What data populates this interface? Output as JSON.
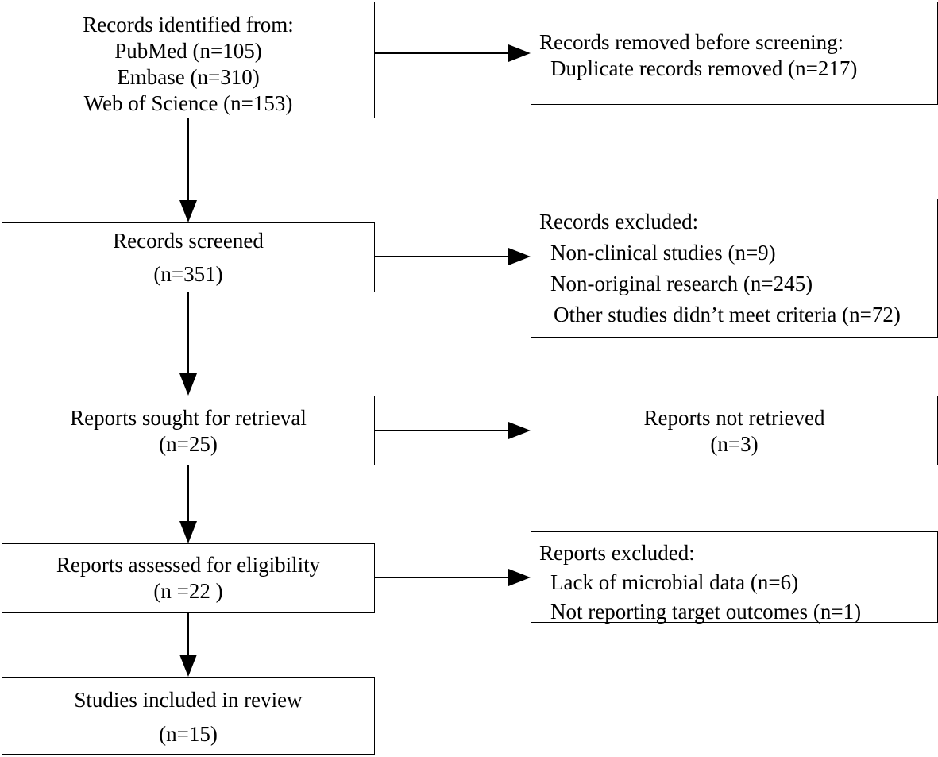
{
  "identification": {
    "lines": [
      "Records identified from:",
      "PubMed (n=105)",
      "Embase (n=310)",
      "Web of Science (n=153)"
    ]
  },
  "removed": {
    "title": "Records removed before screening:",
    "items": [
      "Duplicate records removed (n=217)"
    ]
  },
  "screened": {
    "lines": [
      "Records screened",
      "(n=351)"
    ]
  },
  "excluded": {
    "title": "Records excluded:",
    "items": [
      "Non-clinical studies (n=9)",
      "Non-original research (n=245)",
      "Other studies didn’t meet criteria (n=72)"
    ]
  },
  "sought": {
    "lines": [
      "Reports sought for retrieval",
      "(n=25)"
    ]
  },
  "not_retrieved": {
    "lines": [
      "Reports not retrieved",
      "(n=3)"
    ]
  },
  "assessed": {
    "lines": [
      "Reports assessed for eligibility",
      "(n =22 )"
    ]
  },
  "reports_excluded": {
    "title": "Reports excluded:",
    "items": [
      "Lack of microbial data (n=6)",
      "Not reporting target outcomes (n=1)"
    ]
  },
  "included": {
    "lines": [
      "Studies included in review",
      "(n=15)"
    ]
  },
  "colors": {
    "stroke": "#000000",
    "background": "#ffffff"
  }
}
